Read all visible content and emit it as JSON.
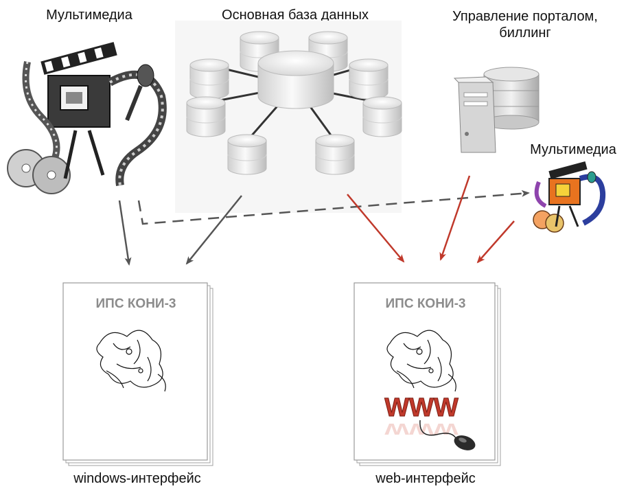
{
  "labels": {
    "multimedia_left": "Мультимедиа",
    "main_db": "Основная база данных",
    "portal_line1": "Управление порталом,",
    "portal_line2": "биллинг",
    "multimedia_right": "Мультимедиа",
    "windows_interface": "windows-интерфейс",
    "web_interface": "web-интерфейс"
  },
  "documents": {
    "left_title": "ИПС КОНИ-3",
    "right_title": "ИПС КОНИ-3",
    "www_text": "WWW"
  },
  "colors": {
    "arrow_dark": "#555555",
    "arrow_red": "#c0392b",
    "www_red": "#c0392b"
  }
}
